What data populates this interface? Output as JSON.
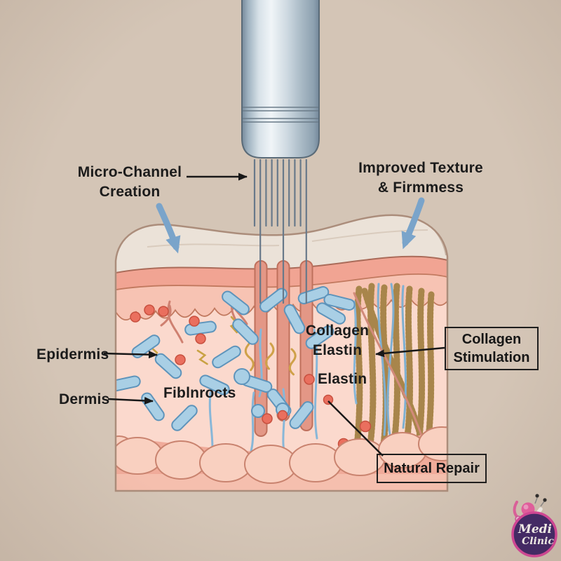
{
  "labels": {
    "micro_channel": {
      "line1": "Micro-Channel",
      "line2": "Creation"
    },
    "improved": {
      "line1": "Improved Texture",
      "line2": "& Firmmess"
    },
    "epidermis": "Epidermis",
    "dermis": "Dermis",
    "fibroblasts": "Fiblnrocts",
    "collagen_elastin": {
      "line1": "Collagen",
      "line2": "Elastin"
    },
    "elastin": "Elastin",
    "collagen_stimulation": {
      "line1": "Collagen",
      "line2": "Stimulation"
    },
    "natural_repair": "Natural Repair"
  },
  "logo": {
    "line1": "Medi",
    "line2": "Clinic"
  },
  "colors": {
    "background": "#d4c5b6",
    "skin_surface": "#ebe2d8",
    "epidermis_band": "#f1a493",
    "dermis": "#fbd9cd",
    "micro_channel_fill": "#e39786",
    "fibroblast_blue": "#a9cfe5",
    "elastin_red": "#ea6f5e",
    "collagen_gold": "#e6c992",
    "device_silver": "#cfdae2",
    "arrow_blue": "#7aa4ca",
    "label_ink": "#1b1b1b",
    "logo_purple": "#3f2568",
    "logo_pink": "#d9459b"
  }
}
